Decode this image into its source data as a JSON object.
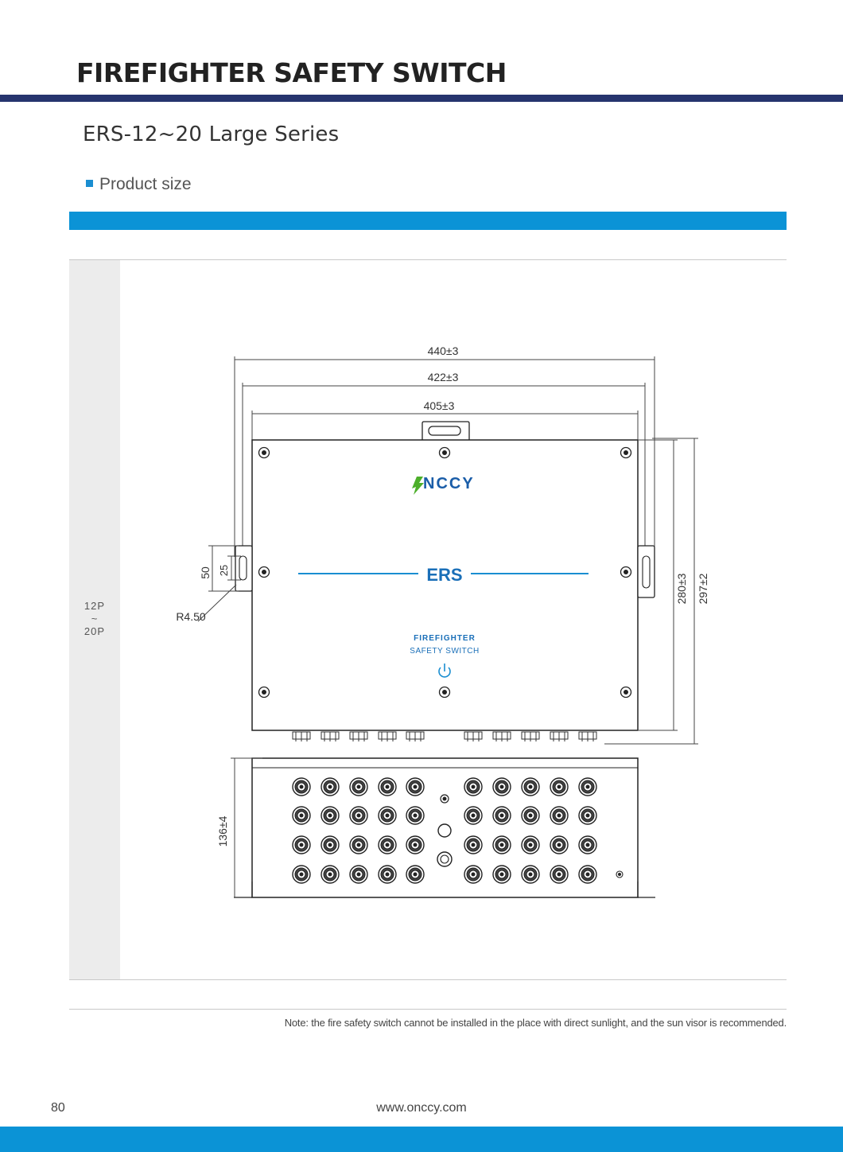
{
  "header": {
    "title": "FIREFIGHTER SAFETY SWITCH",
    "accent_color": "#26346e"
  },
  "series": {
    "title": "ERS-12~20 Large Series"
  },
  "section": {
    "label": "Product size",
    "band_color": "#0b93d6"
  },
  "table": {
    "model": {
      "line1": "12P",
      "line2": "~",
      "line3": "20P"
    }
  },
  "drawing": {
    "dimensions": {
      "width_outer": "440±3",
      "width_mid": "422±3",
      "width_inner": "405±3",
      "height_body": "280±3",
      "height_total": "297±2",
      "depth": "136±4",
      "slot_outer": "50",
      "slot_inner": "25",
      "radius": "R4.50"
    },
    "labels": {
      "brand": "NCCY",
      "model": "ERS",
      "product_line1": "FIREFIGHTER",
      "product_line2": "SAFETY SWITCH"
    },
    "icons": {
      "brand_mark": "lightning-logo-icon",
      "power": "power-icon"
    }
  },
  "note": {
    "text": "Note: the fire safety switch cannot be installed in the place with direct sunlight, and the sun visor is recommended."
  },
  "footer": {
    "page_number": "80",
    "website": "www.onccy.com",
    "bar_color": "#0b93d6"
  }
}
